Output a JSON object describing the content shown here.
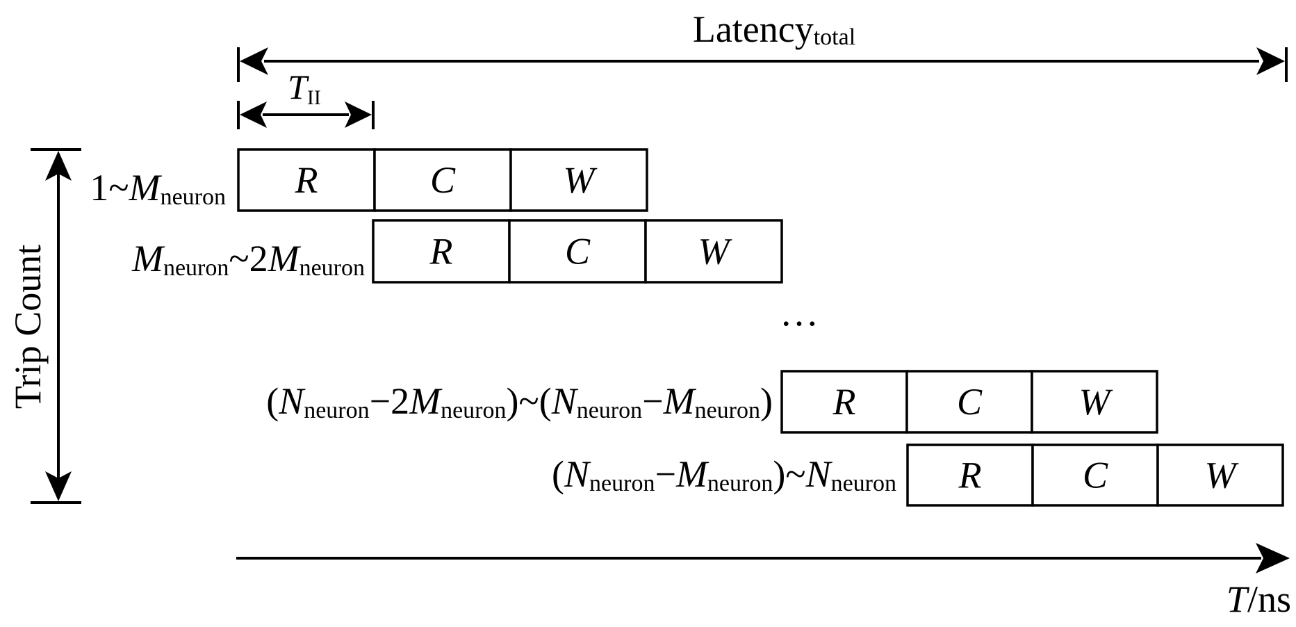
{
  "latency": {
    "main": "Latency",
    "sub": "total"
  },
  "interval": {
    "main": "T",
    "sub": "II"
  },
  "y_axis": {
    "label": "Trip Count"
  },
  "x_axis": {
    "main": "T",
    "rest": "/ns"
  },
  "ellipsis": "…",
  "stage_labels": [
    "R",
    "C",
    "W"
  ],
  "rows": [
    {
      "label": [
        {
          "t": "1~"
        },
        {
          "t": "M",
          "it": true
        },
        {
          "t": "neuron",
          "sub": true
        }
      ]
    },
    {
      "label": [
        {
          "t": "M",
          "it": true
        },
        {
          "t": "neuron",
          "sub": true
        },
        {
          "t": "~2"
        },
        {
          "t": "M",
          "it": true
        },
        {
          "t": "neuron",
          "sub": true
        }
      ]
    },
    {
      "label": [
        {
          "t": "("
        },
        {
          "t": "N",
          "it": true
        },
        {
          "t": "neuron",
          "sub": true
        },
        {
          "t": "−2"
        },
        {
          "t": "M",
          "it": true
        },
        {
          "t": "neuron",
          "sub": true
        },
        {
          "t": ")~("
        },
        {
          "t": "N",
          "it": true
        },
        {
          "t": "neuron",
          "sub": true
        },
        {
          "t": "−"
        },
        {
          "t": "M",
          "it": true
        },
        {
          "t": "neuron",
          "sub": true
        },
        {
          "t": ")"
        }
      ]
    },
    {
      "label": [
        {
          "t": "("
        },
        {
          "t": "N",
          "it": true
        },
        {
          "t": "neuron",
          "sub": true
        },
        {
          "t": "−"
        },
        {
          "t": "M",
          "it": true
        },
        {
          "t": "neuron",
          "sub": true
        },
        {
          "t": ")~"
        },
        {
          "t": "N",
          "it": true
        },
        {
          "t": "neuron",
          "sub": true
        }
      ]
    }
  ]
}
